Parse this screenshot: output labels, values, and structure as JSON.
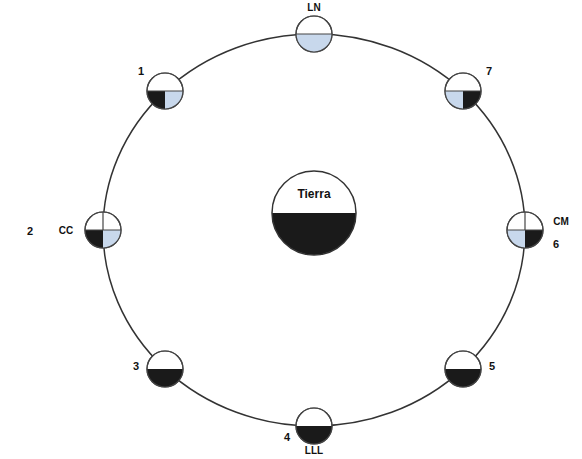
{
  "diagram": {
    "nodes": [
      {
        "text": [
          "Tierra"
        ]
      }
    ],
    "labels": [
      "LN",
      "1",
      "7",
      "2",
      "CC",
      "CM",
      "6",
      "3",
      "5",
      "4",
      "LLL"
    ]
  }
}
